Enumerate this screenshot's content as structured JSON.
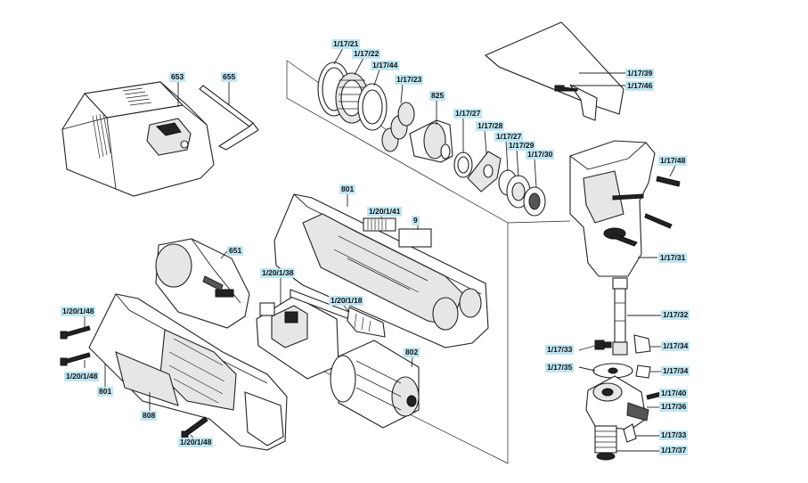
{
  "labels": {
    "l653": "653",
    "l655": "655",
    "l1_17_21": "1/17/21",
    "l1_17_22": "1/17/22",
    "l1_17_44": "1/17/44",
    "l1_17_23": "1/17/23",
    "l825": "825",
    "l1_17_27a": "1/17/27",
    "l1_17_28": "1/17/28",
    "l1_17_27b": "1/17/27",
    "l1_17_29": "1/17/29",
    "l1_17_30": "1/17/30",
    "l1_17_39": "1/17/39",
    "l1_17_46": "1/17/46",
    "l1_17_48": "1/17/48",
    "l1_17_31": "1/17/31",
    "l801a": "801",
    "l1_20_1_41": "1/20/1/41",
    "l9": "9",
    "l651": "651",
    "l1_20_1_38": "1/20/1/38",
    "l1_20_1_18": "1/20/1/18",
    "l1_20_1_48a": "1/20/1/48",
    "l1_20_1_48b": "1/20/1/48",
    "l801b": "801",
    "l808": "808",
    "l1_20_1_48c": "1/20/1/48",
    "l802": "802",
    "l1_17_32": "1/17/32",
    "l1_17_33a": "1/17/33",
    "l1_17_34a": "1/17/34",
    "l1_17_35": "1/17/35",
    "l1_17_34b": "1/17/34",
    "l1_17_40": "1/17/40",
    "l1_17_36": "1/17/36",
    "l1_17_33b": "1/17/33",
    "l1_17_37": "1/17/37"
  },
  "colors": {
    "label_background": "#bfe6f3",
    "line": "#222222"
  }
}
